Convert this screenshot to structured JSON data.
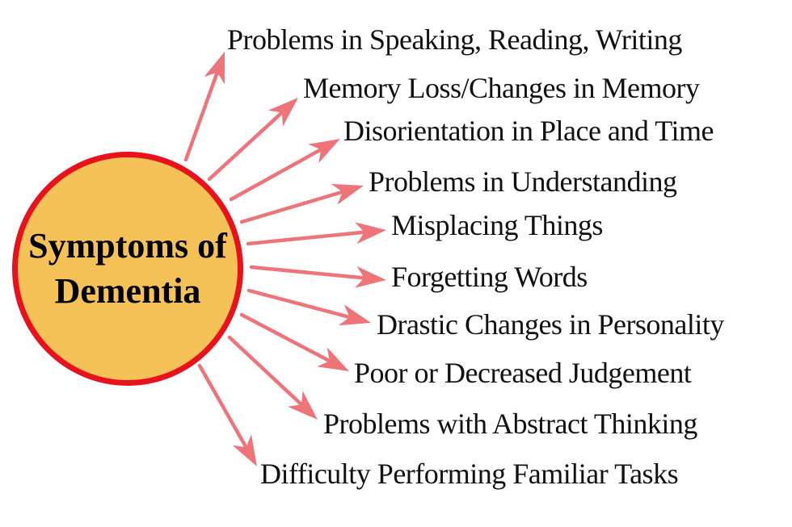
{
  "central_node": {
    "title_lines": [
      "Symptoms of",
      "Dementia"
    ],
    "fill_color": "#f5c258",
    "border_color": "#e8111c"
  },
  "symptoms": [
    "Problems in Speaking, Reading, Writing",
    "Memory Loss/Changes in Memory",
    "Disorientation in Place and Time",
    "Problems in Understanding",
    "Misplacing Things",
    "Forgetting Words",
    "Drastic Changes in Personality",
    "Poor or Decreased Judgement",
    "Problems with Abstract Thinking",
    "Difficulty Performing Familiar Tasks"
  ],
  "colors": {
    "arrow": "#ee747a",
    "text": "#111111",
    "background": "#ffffff"
  }
}
